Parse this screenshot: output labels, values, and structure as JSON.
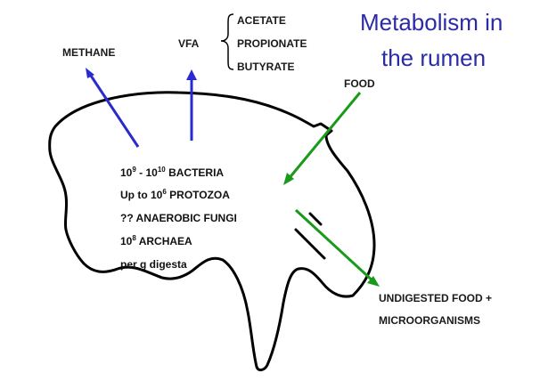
{
  "title": {
    "line1": "Metabolism in",
    "line2": "the rumen"
  },
  "outputs": {
    "methane": "METHANE",
    "vfa": "VFA",
    "vfa_types": [
      "ACETATE",
      "PROPIONATE",
      "BUTYRATE"
    ],
    "food": "FOOD",
    "undigested_line1": "UNDIGESTED FOOD +",
    "undigested_line2": "MICROORGANISMS"
  },
  "contents": {
    "bacteria": {
      "base1": "10",
      "exp1": "9",
      "sep": " - ",
      "base2": "10",
      "exp2": "10",
      "text": " BACTERIA"
    },
    "protozoa": {
      "prefix": "Up to ",
      "base": "10",
      "exp": "6",
      "text": " PROTOZOA"
    },
    "fungi": "?? ANAEROBIC FUNGI",
    "archaea": {
      "base": "10",
      "exp": "8",
      "text": " ARCHAEA"
    },
    "per_g": "per g digesta"
  },
  "colors": {
    "title": "#2b2ba8",
    "blue_arrow": "#2a2ad0",
    "green_arrow": "#1a9a1a",
    "outline": "#000000"
  }
}
